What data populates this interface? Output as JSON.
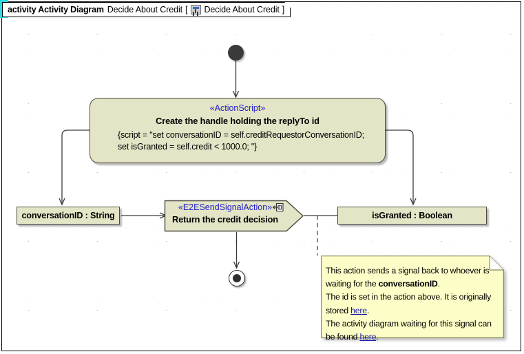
{
  "diagram": {
    "header": {
      "keyword": "activity Activity Diagram",
      "name": "Decide About Credit",
      "bracket_open": "[",
      "icon": "activity-diagram-icon",
      "diagram_name": "Decide About Credit",
      "bracket_close": "]"
    },
    "colors": {
      "node_fill": "#e4e4c6",
      "node_border": "#4a4a3f",
      "stereotype_text": "#2222c8",
      "note_fill": "#fdfdc8",
      "note_border": "#8a8a5a",
      "link_text": "#1a1aa8",
      "accent_cyan": "#2fd9e0",
      "control_node": "#3a3a3a"
    },
    "nodes": {
      "initial": {
        "name": "initial-node",
        "label": ""
      },
      "final": {
        "name": "activity-final-node",
        "label": ""
      },
      "action_script": {
        "stereotype": "«ActionScript»",
        "title": "Create the handle holding the replyTo id",
        "script": "{script = \"set conversationID = self.creditRequestorConversationID;\nset isGranted = self.credit < 1000.0; \"}"
      },
      "send_signal": {
        "stereotype": "«E2ESendSignalAction»",
        "title": "Return the credit decision",
        "icon": "send-signal-icon"
      },
      "object_conversationid": {
        "label": "conversationID : String"
      },
      "object_isgranted": {
        "label": "isGranted : Boolean"
      }
    },
    "note": {
      "line1_a": "This action sends a signal back to whoever is",
      "line2_a": "waiting for the ",
      "line2_bold": "conversationID",
      "line2_b": ".",
      "line3_a": "The id is set in the action above. It is originally",
      "line4_a": "stored ",
      "link1": "here",
      "line4_b": ".",
      "line5_a": "The activity diagram waiting for this signal can",
      "line6_a": "be found ",
      "link2": "here",
      "line6_b": "."
    }
  }
}
